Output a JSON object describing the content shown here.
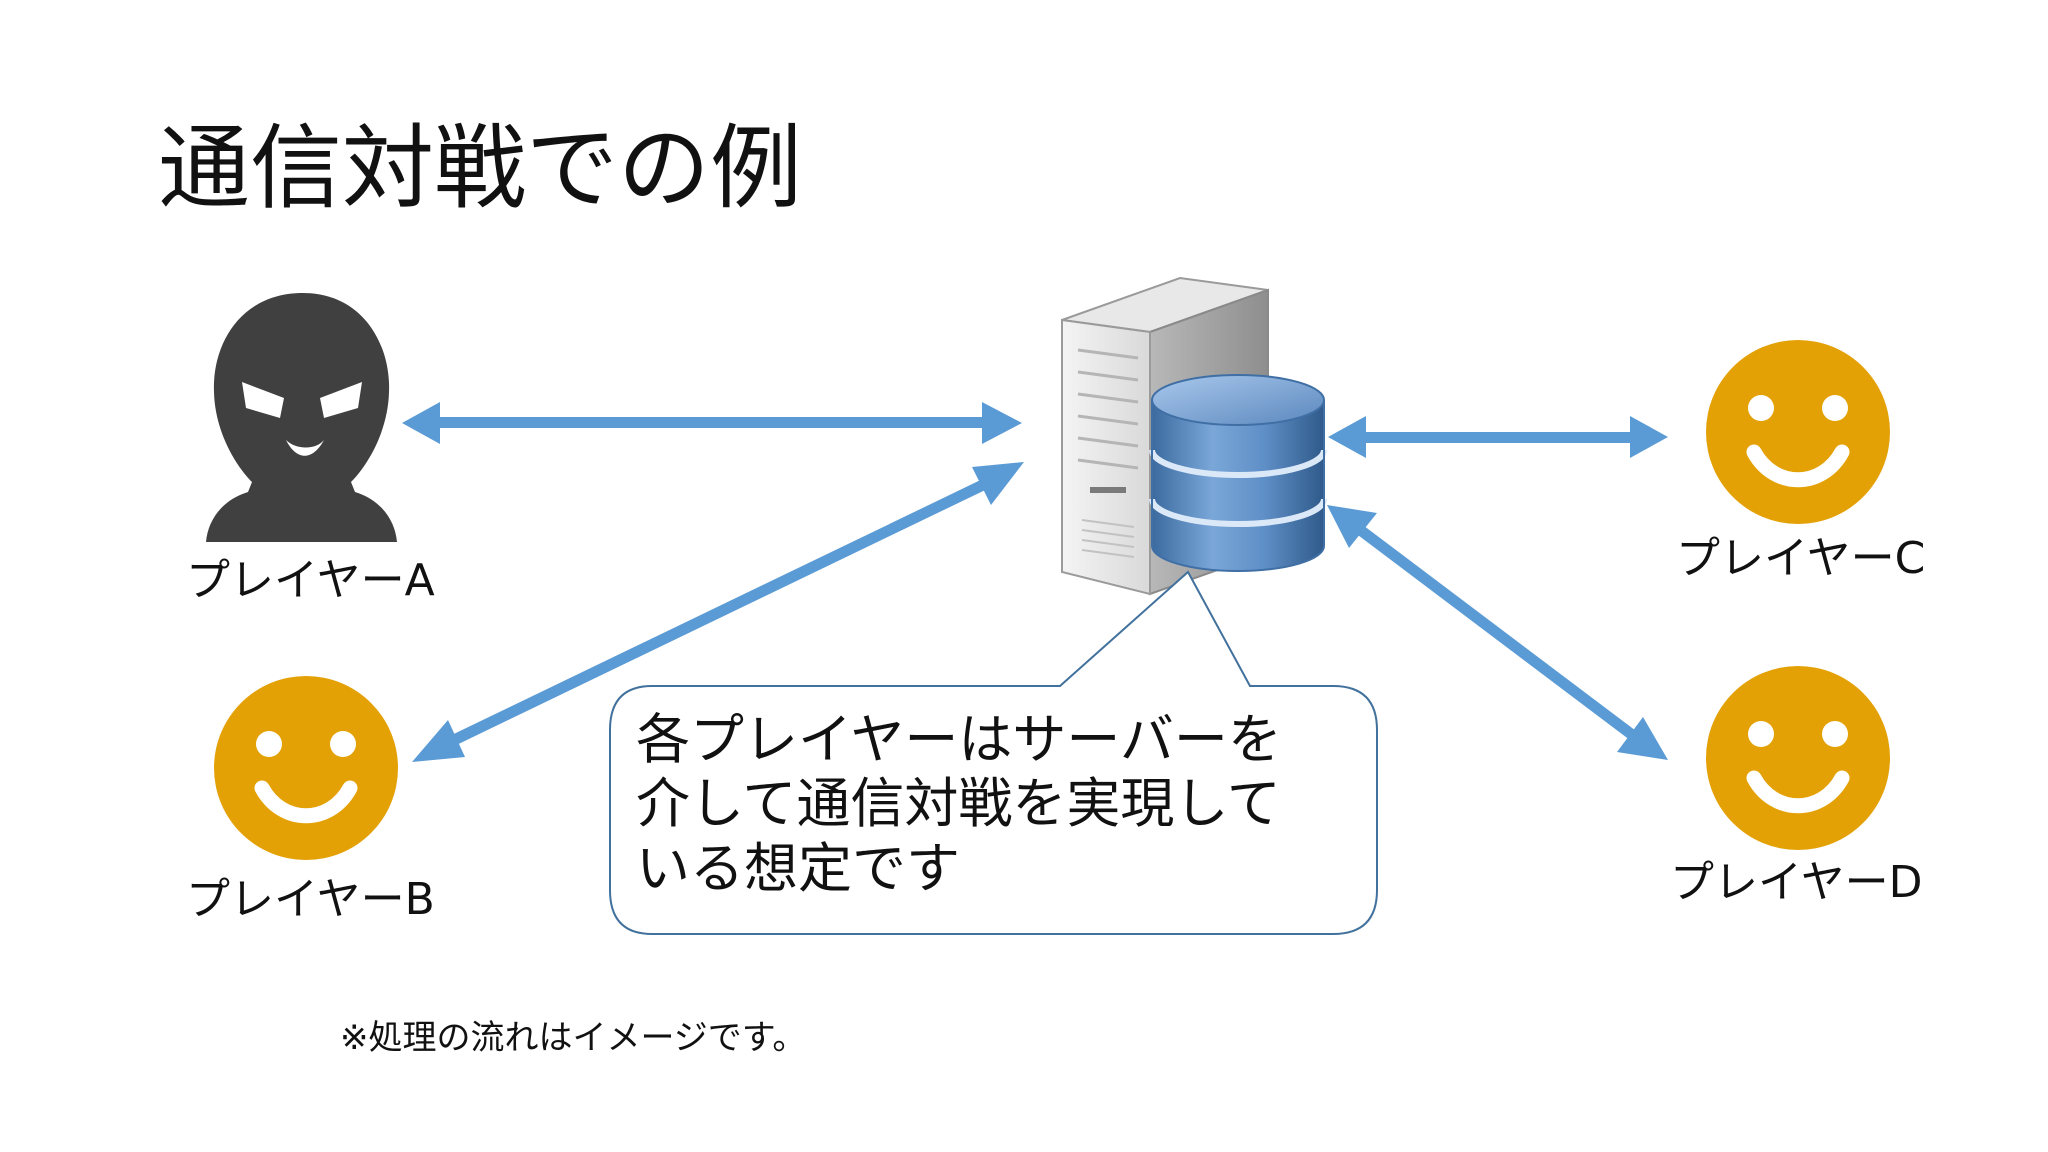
{
  "title": "通信対戦での例",
  "players": {
    "a": "プレイヤーA",
    "b": "プレイヤーB",
    "c": "プレイヤーC",
    "d": "プレイヤーD"
  },
  "callout": {
    "lines": [
      "各プレイヤーはサーバーを",
      "介して通信対戦を実現して",
      "いる想定です"
    ]
  },
  "note": "※処理の流れはイメージです。",
  "colors": {
    "arrow": "#5b9bd5",
    "smiley": "#e3a106",
    "villain": "#404040",
    "callout_border": "#41719c",
    "database": "#4f81bd"
  },
  "icons": {
    "villain": "masked-figure-icon",
    "smiley": "smiley-face-icon",
    "server": "server-tower-icon",
    "database": "database-icon"
  }
}
